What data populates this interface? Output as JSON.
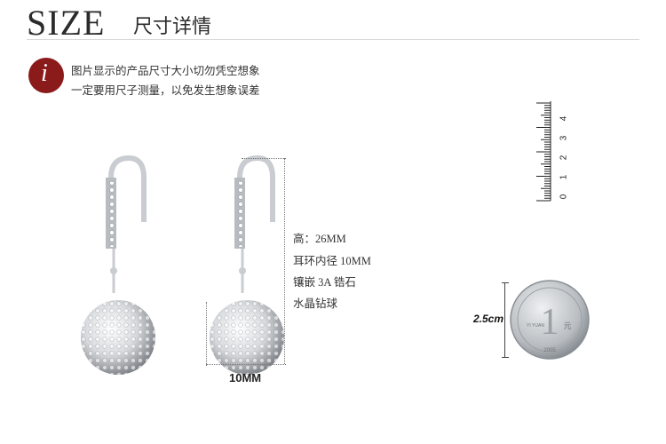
{
  "header": {
    "title": "SIZE",
    "subtitle": "尺寸详情"
  },
  "notice": {
    "icon": "info-icon",
    "icon_glyph": "i",
    "line1": "图片显示的产品尺寸大小切勿凭空想象",
    "line2": "一定要用尺子测量，以免发生想象误差"
  },
  "spec": {
    "height": "高：26MM",
    "inner_diameter": "耳环内径 10MM",
    "inlay": "镶嵌 3A 锆石",
    "ball": "水晶钻球"
  },
  "dimension_label": "10MM",
  "ruler": {
    "digits": [
      "0",
      "1",
      "2",
      "3",
      "4"
    ]
  },
  "coin": {
    "label": "2.5cm",
    "denomination": "1",
    "unit": "元",
    "pinyin": "YI YUAN",
    "year": "2005"
  },
  "colors": {
    "accent": "#8b1a1a",
    "text": "#333333",
    "coin": "#b8bcc0"
  }
}
